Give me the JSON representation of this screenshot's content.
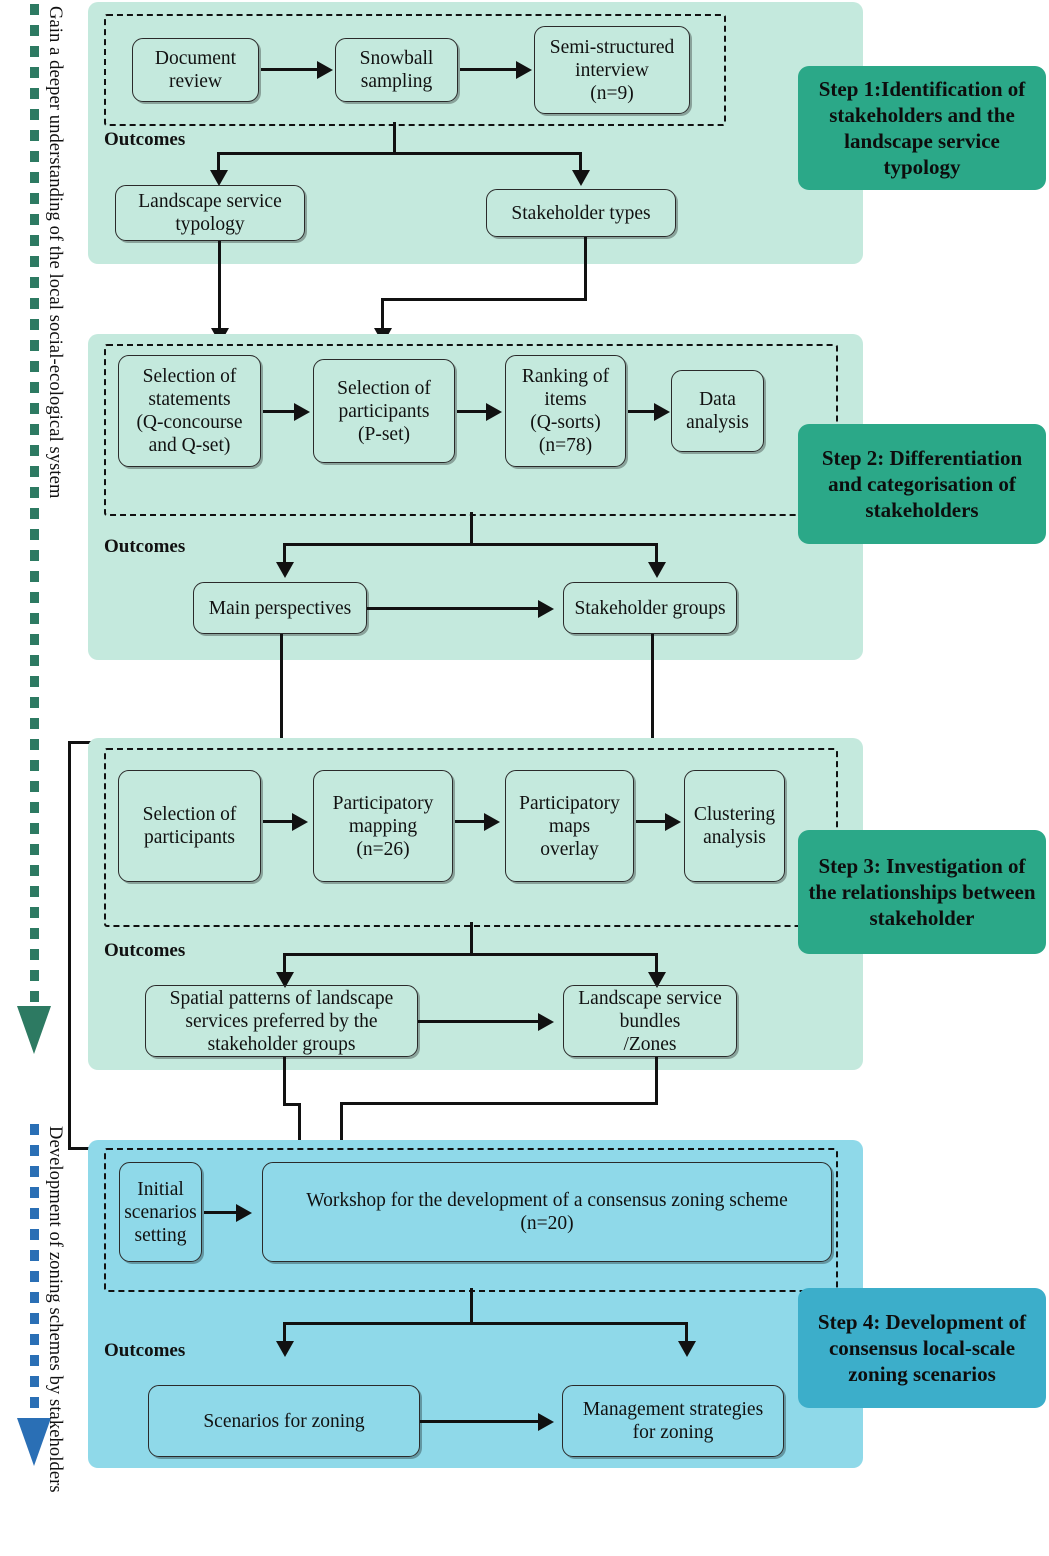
{
  "rails": [
    {
      "name": "deeper-understanding",
      "label": "Gain a deeper understanding of the local social-ecological system",
      "color": "#2d7a62"
    },
    {
      "name": "zoning-schemes",
      "label": "Development of zoning schemes by stakeholders",
      "color": "#2a6fb5"
    }
  ],
  "outcomes_label": "Outcomes",
  "steps": [
    {
      "id": "step1",
      "tag": "Step 1:Identification of stakeholders and the landscape service typology",
      "tag_color": "#2ba888",
      "panel_color": "#c4e9dd",
      "process": [
        {
          "name": "document-review",
          "lines": [
            "Document",
            "review"
          ]
        },
        {
          "name": "snowball-sampling",
          "lines": [
            "Snowball",
            "sampling"
          ]
        },
        {
          "name": "semi-structured-interview",
          "lines": [
            "Semi-structured",
            "interview",
            "(n=9)"
          ]
        }
      ],
      "outcomes": [
        {
          "name": "landscape-service-typology",
          "lines": [
            "Landscape service",
            "typology"
          ]
        },
        {
          "name": "stakeholder-types",
          "lines": [
            "Stakeholder types"
          ]
        }
      ]
    },
    {
      "id": "step2",
      "tag": "Step 2: Differentiation and categorisation of stakeholders",
      "tag_color": "#2ba888",
      "panel_color": "#c4e9dd",
      "process": [
        {
          "name": "selection-of-statements",
          "lines": [
            "Selection of",
            "statements",
            "(Q-concourse",
            "and Q-set)"
          ]
        },
        {
          "name": "selection-of-participants",
          "lines": [
            "Selection of",
            "participants",
            "(P-set)"
          ]
        },
        {
          "name": "ranking-of-items",
          "lines": [
            "Ranking of",
            "items",
            "(Q-sorts)",
            "(n=78)"
          ]
        },
        {
          "name": "data-analysis",
          "lines": [
            "Data",
            "analysis"
          ]
        }
      ],
      "outcomes": [
        {
          "name": "main-perspectives",
          "lines": [
            "Main perspectives"
          ]
        },
        {
          "name": "stakeholder-groups",
          "lines": [
            "Stakeholder groups"
          ]
        }
      ]
    },
    {
      "id": "step3",
      "tag": "Step 3: Investigation of the relationships between stakeholder",
      "tag_color": "#2ba888",
      "panel_color": "#c4e9dd",
      "process": [
        {
          "name": "selection-of-participants-3",
          "lines": [
            "Selection of",
            "participants"
          ]
        },
        {
          "name": "participatory-mapping",
          "lines": [
            "Participatory",
            "mapping",
            "(n=26)"
          ]
        },
        {
          "name": "participatory-maps-overlay",
          "lines": [
            "Participatory",
            "maps",
            "overlay"
          ]
        },
        {
          "name": "clustering-analysis",
          "lines": [
            "Clustering",
            "analysis"
          ]
        }
      ],
      "outcomes": [
        {
          "name": "spatial-patterns",
          "lines": [
            "Spatial patterns of landscape",
            "services preferred by the",
            "stakeholder groups"
          ]
        },
        {
          "name": "landscape-service-bundles",
          "lines": [
            "Landscape service",
            "bundles",
            "/Zones"
          ]
        }
      ]
    },
    {
      "id": "step4",
      "tag": "Step 4: Development of consensus local-scale zoning scenarios",
      "tag_color": "#3caeca",
      "panel_color": "#8fd9e9",
      "process": [
        {
          "name": "initial-scenarios-setting",
          "lines": [
            "Initial",
            "scenarios",
            "setting"
          ]
        },
        {
          "name": "consensus-workshop",
          "lines": [
            "Workshop for the development of a consensus zoning scheme",
            "(n=20)"
          ]
        }
      ],
      "outcomes": [
        {
          "name": "scenarios-for-zoning",
          "lines": [
            "Scenarios for zoning"
          ]
        },
        {
          "name": "management-strategies",
          "lines": [
            "Management strategies",
            "for zoning"
          ]
        }
      ]
    }
  ]
}
